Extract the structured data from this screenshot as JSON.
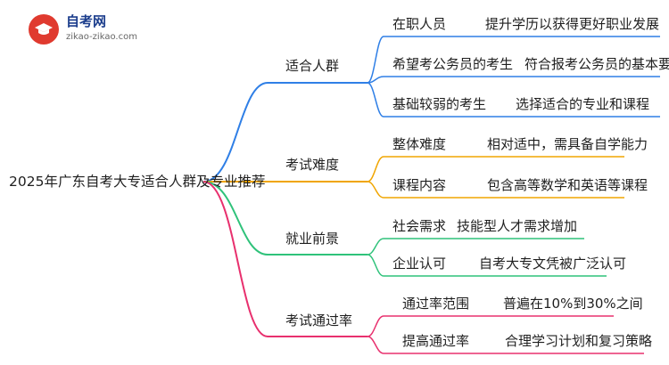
{
  "logo": {
    "title": "自考网",
    "url": "zikao-zikao.com"
  },
  "root": "2025年广东自考大专适合人群及专业推荐",
  "branches": [
    {
      "label": "适合人群",
      "color": "#2f7fe6",
      "children": [
        {
          "label": "在职人员",
          "detail": "提升学历以获得更好职业发展"
        },
        {
          "label": "希望考公务员的考生",
          "detail": "符合报考公务员的基本要求"
        },
        {
          "label": "基础较弱的考生",
          "detail": "选择适合的专业和课程"
        }
      ]
    },
    {
      "label": "考试难度",
      "color": "#f0a500",
      "children": [
        {
          "label": "整体难度",
          "detail": "相对适中，需具备自学能力"
        },
        {
          "label": "课程内容",
          "detail": "包含高等数学和英语等课程"
        }
      ]
    },
    {
      "label": "就业前景",
      "color": "#2fc27a",
      "children": [
        {
          "label": "社会需求",
          "detail": "技能型人才需求增加"
        },
        {
          "label": "企业认可",
          "detail": "自考大专文凭被广泛认可"
        }
      ]
    },
    {
      "label": "考试通过率",
      "color": "#e8306e",
      "children": [
        {
          "label": "通过率范围",
          "detail": "普遍在10%到30%之间"
        },
        {
          "label": "提高通过率",
          "detail": "合理学习计划和复习策略"
        }
      ]
    }
  ]
}
